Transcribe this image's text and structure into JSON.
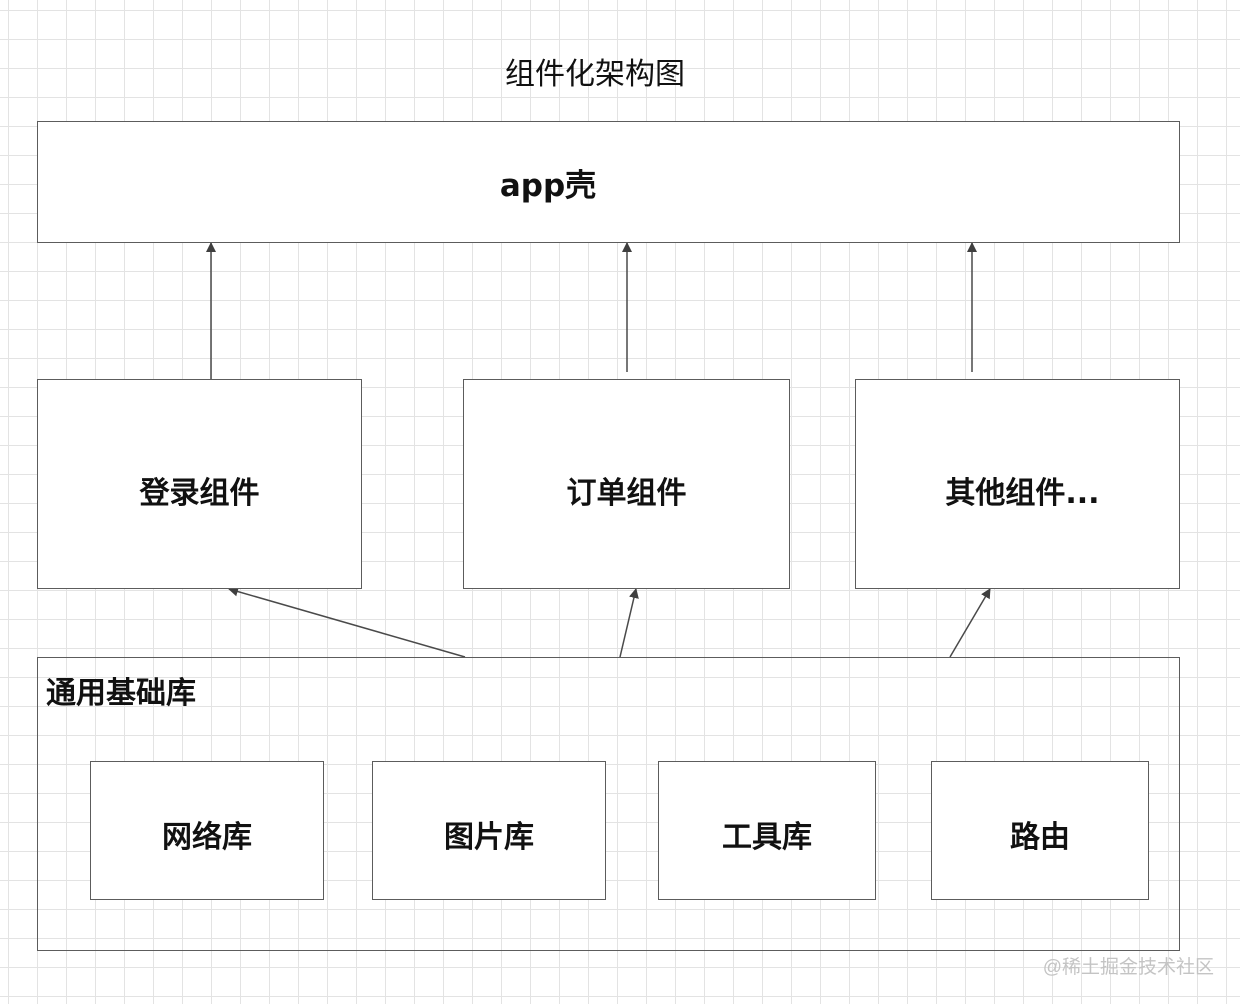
{
  "title": "组件化架构图",
  "app_shell": {
    "label": "app壳"
  },
  "components": [
    {
      "label": "登录组件"
    },
    {
      "label": "订单组件"
    },
    {
      "label": "其他组件..."
    }
  ],
  "base_library": {
    "label": "通用基础库",
    "modules": [
      {
        "label": "网络库"
      },
      {
        "label": "图片库"
      },
      {
        "label": "工具库"
      },
      {
        "label": "路由"
      }
    ]
  },
  "watermark": "@稀土掘金技术社区",
  "colors": {
    "border": "#5c5c5c",
    "arrow": "#4a4a4a",
    "grid": "#e3e3e3"
  }
}
